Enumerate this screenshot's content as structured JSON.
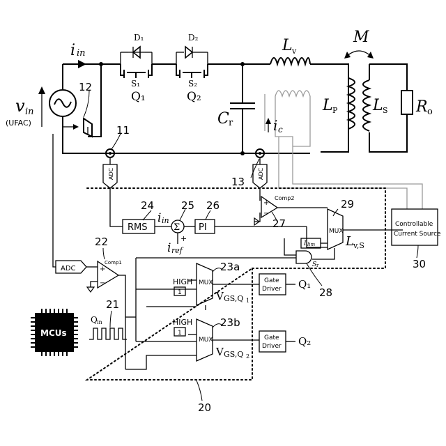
{
  "labels": {
    "vin": "v",
    "vin_sub": "in",
    "ufac": "(UFAC)",
    "iin": "i",
    "iin_sub": "in",
    "d1": "D₁",
    "d2": "D₂",
    "s1": "S₁",
    "s2": "S₂",
    "q1_top": "Q₁",
    "q2_top": "Q₂",
    "lv": "L",
    "lv_sub": "v",
    "m": "M",
    "lp": "L",
    "lp_sub": "P",
    "ls": "L",
    "ls_sub": "S",
    "ro": "R",
    "ro_sub": "o",
    "cr": "C",
    "cr_sub": "r",
    "ic": "i",
    "ic_sub": "c",
    "adc": "ADC",
    "rms": "RMS",
    "sigma": "Σ",
    "pi": "PI",
    "iin_sum": "i",
    "iin_sum_sub": "in",
    "iref": "i",
    "iref_sub": "ref",
    "plus": "+",
    "minus": "−",
    "comp1": "Comp1",
    "comp2": "Comp2",
    "mux": "MUX",
    "ilim": "I",
    "ilim_sub": "lim",
    "lvs": "L",
    "lvs_sub": "v,S",
    "sr": "S",
    "sr_sub": "r",
    "ccs_line1": "Controllable",
    "ccs_line2": "Current Source",
    "high": "HIGH",
    "one": "1",
    "vgs": "V",
    "vgsq1_sub": "GS,Q",
    "vgsq1_idx": "1",
    "vgsq2_sub": "GS,Q",
    "vgsq2_idx": "2",
    "gate_driver_1": "Gate",
    "gate_driver_2": "Driver",
    "q1_out": "Q₁",
    "q2_out": "Q₂",
    "qin": "Q",
    "qin_sub": "in",
    "mcus": "MCUs"
  },
  "refs": {
    "r11": "11",
    "r12": "12",
    "r13": "13",
    "r20": "20",
    "r21": "21",
    "r22": "22",
    "r23a": "23a",
    "r23b": "23b",
    "r24": "24",
    "r25": "25",
    "r26": "26",
    "r27": "27",
    "r28": "28",
    "r29": "29",
    "r30": "30"
  }
}
